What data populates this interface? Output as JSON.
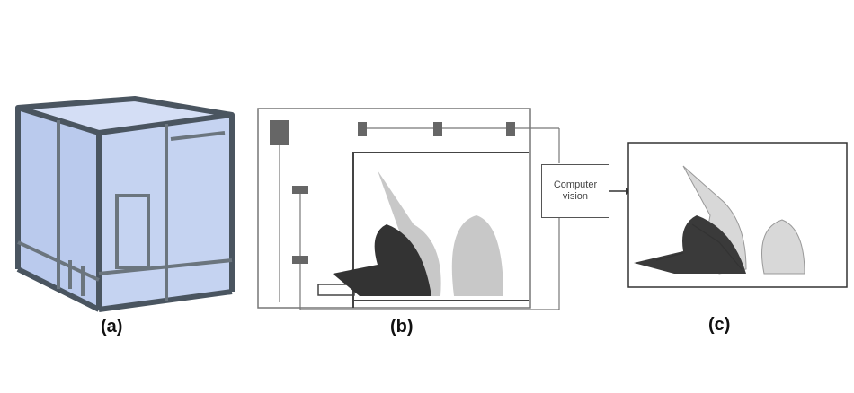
{
  "panels": [
    {
      "label": "(a)"
    },
    {
      "label": "(b)"
    },
    {
      "label": "(c)"
    }
  ],
  "computer_vision_box": {
    "line1": "Computer",
    "line2": "vision"
  },
  "colors": {
    "glass": "#a9bde8",
    "frame": "#4a5560",
    "diagram_line": "#666666",
    "monkey_dark": "#333333",
    "monkey_light": "#c8c8c8"
  }
}
